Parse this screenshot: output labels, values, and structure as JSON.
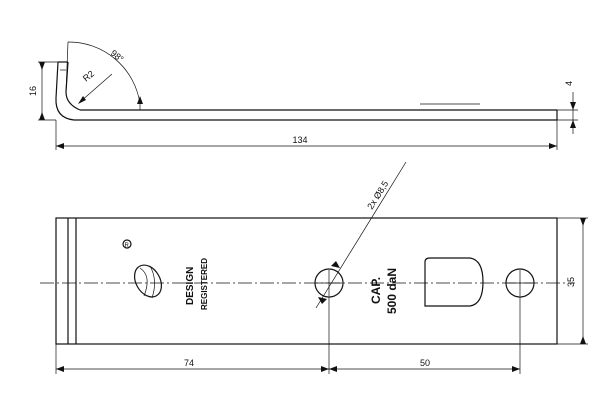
{
  "dimensions": {
    "length": "134",
    "height_side": "16",
    "thickness": "4",
    "bend_angle": "98°",
    "bend_radius": "R2",
    "hole_spec": "2x Ø8,5",
    "width": "35",
    "hole_offset": "74",
    "hole_spacing": "50"
  },
  "markings": {
    "design_line1": "DESIGN",
    "design_line2": "REGISTERED",
    "capacity_line1": "CAP.",
    "capacity_line2": "500 daN",
    "logo_symbol": "R"
  }
}
